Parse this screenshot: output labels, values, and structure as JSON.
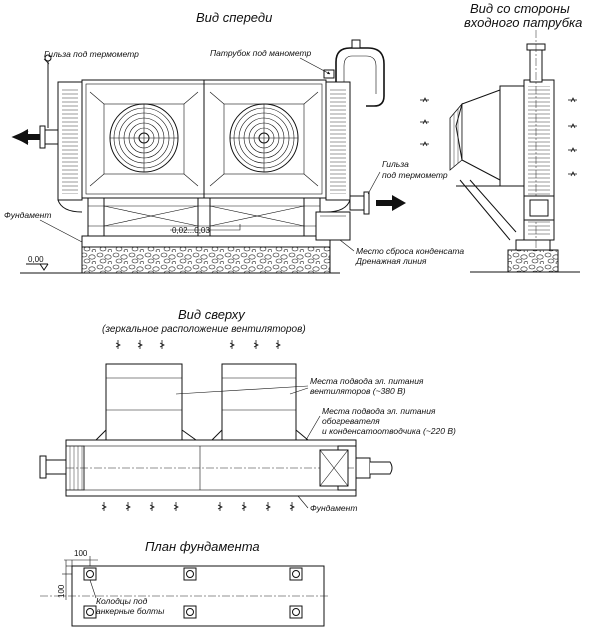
{
  "titles": {
    "front": "Вид спереди",
    "side_line1": "Вид со стороны",
    "side_line2": "входного патрубка",
    "top": "Вид сверху",
    "top_sub": "(зеркальное расположение вентиляторов)",
    "plan": "План фундамента"
  },
  "labels": {
    "thermo_sleeve": "Гильза под термометр",
    "manometer_pipe": "Патрубок под манометр",
    "thermo_sleeve2_line1": "Гильза",
    "thermo_sleeve2_line2": "под термометр",
    "foundation": "Фундамент",
    "condensate_line1": "Место сброса конденсата",
    "condensate_line2": "Дренажная линия",
    "slope": "0,02...0,03",
    "level": "0,00",
    "power_fans_line1": "Места подвода эл. питания",
    "power_fans_line2": "вентиляторов (~380 В)",
    "power_heater_line1": "Места подвода эл. питания",
    "power_heater_line2": "обогревателя",
    "power_heater_line3": "и конденсатоотводчика (~220 В)",
    "foundation_top": "Фундамент",
    "dim_100_h": "100",
    "dim_100_v": "100",
    "wells_line1": "Колодцы под",
    "wells_line2": "анкерные болты"
  },
  "icons": [
    "fan-icon",
    "flow-arrow-icon",
    "air-arrow-icon",
    "anchor-bolt-icon"
  ]
}
